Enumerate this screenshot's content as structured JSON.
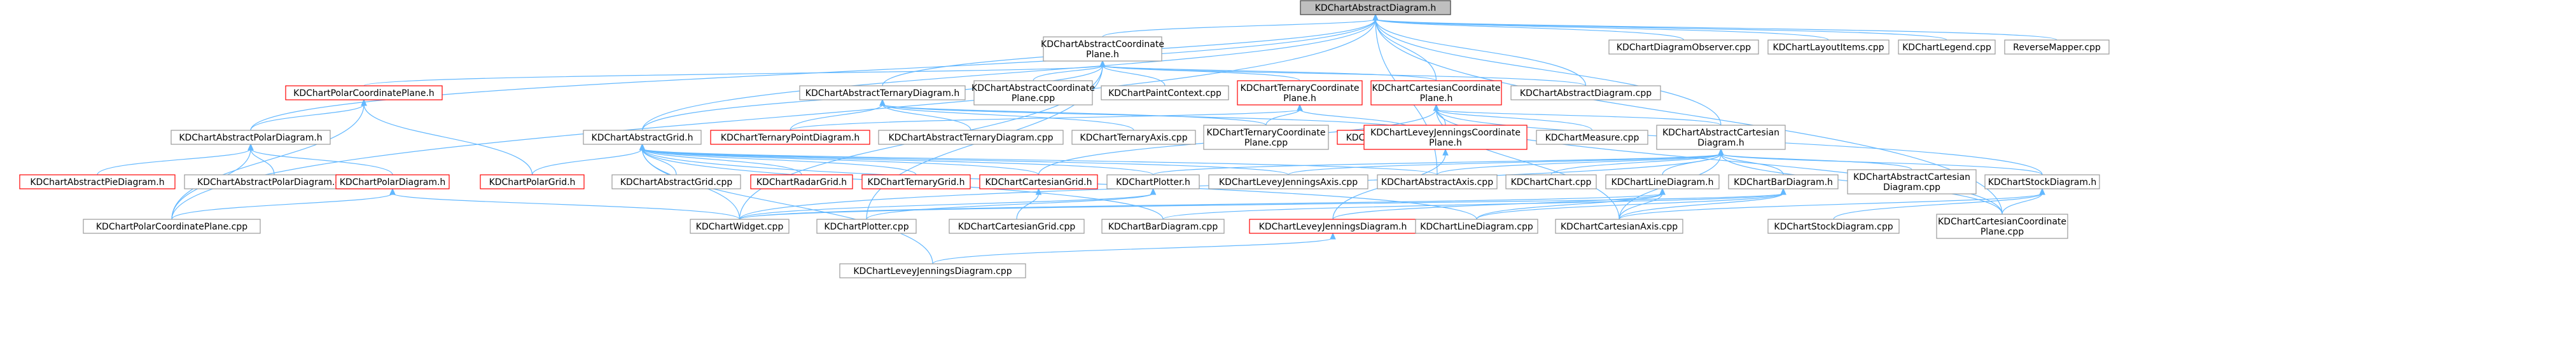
{
  "colors": {
    "edge": "#63b8ff",
    "node_border": "#999999",
    "node_border_incomplete": "#ff0000",
    "root_fill": "#bfbfbf"
  },
  "nodes": [
    {
      "id": "root",
      "lines": [
        "KDChartAbstractDiagram.h"
      ],
      "kind": "root"
    },
    {
      "id": "acp_h",
      "lines": [
        "KDChartAbstractCoordinate",
        "Plane.h"
      ],
      "kind": "normal"
    },
    {
      "id": "diag_obs",
      "lines": [
        "KDChartDiagramObserver.cpp"
      ],
      "kind": "normal"
    },
    {
      "id": "layout_items",
      "lines": [
        "KDChartLayoutItems.cpp"
      ],
      "kind": "normal"
    },
    {
      "id": "legend",
      "lines": [
        "KDChartLegend.cpp"
      ],
      "kind": "normal"
    },
    {
      "id": "reverse_mapper",
      "lines": [
        "ReverseMapper.cpp"
      ],
      "kind": "normal"
    },
    {
      "id": "polar_cp_h",
      "lines": [
        "KDChartPolarCoordinatePlane.h"
      ],
      "kind": "red"
    },
    {
      "id": "abs_ternary_h",
      "lines": [
        "KDChartAbstractTernaryDiagram.h"
      ],
      "kind": "normal"
    },
    {
      "id": "acp_cpp",
      "lines": [
        "KDChartAbstractCoordinate",
        "Plane.cpp"
      ],
      "kind": "normal"
    },
    {
      "id": "paint_ctx",
      "lines": [
        "KDChartPaintContext.cpp"
      ],
      "kind": "normal"
    },
    {
      "id": "ternary_cp_h",
      "lines": [
        "KDChartTernaryCoordinate",
        "Plane.h"
      ],
      "kind": "red"
    },
    {
      "id": "cart_cp_h",
      "lines": [
        "KDChartCartesianCoordinate",
        "Plane.h"
      ],
      "kind": "red"
    },
    {
      "id": "abs_diag_cpp",
      "lines": [
        "KDChartAbstractDiagram.cpp"
      ],
      "kind": "normal"
    },
    {
      "id": "abs_polar_h",
      "lines": [
        "KDChartAbstractPolarDiagram.h"
      ],
      "kind": "normal"
    },
    {
      "id": "abs_grid_h",
      "lines": [
        "KDChartAbstractGrid.h"
      ],
      "kind": "normal"
    },
    {
      "id": "ternary_point_h",
      "lines": [
        "KDChartTernaryPointDiagram.h"
      ],
      "kind": "red"
    },
    {
      "id": "abs_ternary_cpp",
      "lines": [
        "KDChartAbstractTernaryDiagram.cpp"
      ],
      "kind": "normal"
    },
    {
      "id": "ternary_axis",
      "lines": [
        "KDChartTernaryAxis.cpp"
      ],
      "kind": "normal"
    },
    {
      "id": "ternary_cp_cpp",
      "lines": [
        "KDChartTernaryCoordinate",
        "Plane.cpp"
      ],
      "kind": "normal"
    },
    {
      "id": "ternary_line_h",
      "lines": [
        "KDChartTernaryLineDiagram.h"
      ],
      "kind": "red"
    },
    {
      "id": "lj_cp_h",
      "lines": [
        "KDChartLeveyJenningsCoordinate",
        "Plane.h"
      ],
      "kind": "red"
    },
    {
      "id": "measure",
      "lines": [
        "KDChartMeasure.cpp"
      ],
      "kind": "normal"
    },
    {
      "id": "abs_cart_h",
      "lines": [
        "KDChartAbstractCartesian",
        "Diagram.h"
      ],
      "kind": "normal"
    },
    {
      "id": "abs_pie_h",
      "lines": [
        "KDChartAbstractPieDiagram.h"
      ],
      "kind": "red"
    },
    {
      "id": "abs_polar_cpp",
      "lines": [
        "KDChartAbstractPolarDiagram.cpp"
      ],
      "kind": "normal"
    },
    {
      "id": "polar_diag_h",
      "lines": [
        "KDChartPolarDiagram.h"
      ],
      "kind": "red"
    },
    {
      "id": "polar_grid_h",
      "lines": [
        "KDChartPolarGrid.h"
      ],
      "kind": "red"
    },
    {
      "id": "abs_grid_cpp",
      "lines": [
        "KDChartAbstractGrid.cpp"
      ],
      "kind": "normal"
    },
    {
      "id": "radar_grid_h",
      "lines": [
        "KDChartRadarGrid.h"
      ],
      "kind": "red"
    },
    {
      "id": "ternary_grid_h",
      "lines": [
        "KDChartTernaryGrid.h"
      ],
      "kind": "red"
    },
    {
      "id": "cart_grid_h",
      "lines": [
        "KDChartCartesianGrid.h"
      ],
      "kind": "red"
    },
    {
      "id": "plotter_h",
      "lines": [
        "KDChartPlotter.h"
      ],
      "kind": "normal"
    },
    {
      "id": "lj_axis",
      "lines": [
        "KDChartLeveyJenningsAxis.cpp"
      ],
      "kind": "normal"
    },
    {
      "id": "abs_axis",
      "lines": [
        "KDChartAbstractAxis.cpp"
      ],
      "kind": "normal"
    },
    {
      "id": "chart_cpp",
      "lines": [
        "KDChartChart.cpp"
      ],
      "kind": "normal"
    },
    {
      "id": "line_diag_h",
      "lines": [
        "KDChartLineDiagram.h"
      ],
      "kind": "normal"
    },
    {
      "id": "bar_diag_h",
      "lines": [
        "KDChartBarDiagram.h"
      ],
      "kind": "normal"
    },
    {
      "id": "abs_cart_cpp",
      "lines": [
        "KDChartAbstractCartesian",
        "Diagram.cpp"
      ],
      "kind": "normal"
    },
    {
      "id": "stock_h",
      "lines": [
        "KDChartStockDiagram.h"
      ],
      "kind": "normal"
    },
    {
      "id": "polar_cp_cpp",
      "lines": [
        "KDChartPolarCoordinatePlane.cpp"
      ],
      "kind": "normal"
    },
    {
      "id": "widget",
      "lines": [
        "KDChartWidget.cpp"
      ],
      "kind": "normal"
    },
    {
      "id": "plotter_cpp",
      "lines": [
        "KDChartPlotter.cpp"
      ],
      "kind": "normal"
    },
    {
      "id": "cart_grid_cpp",
      "lines": [
        "KDChartCartesianGrid.cpp"
      ],
      "kind": "normal"
    },
    {
      "id": "bar_diag_cpp",
      "lines": [
        "KDChartBarDiagram.cpp"
      ],
      "kind": "normal"
    },
    {
      "id": "lj_diag_h",
      "lines": [
        "KDChartLeveyJenningsDiagram.h"
      ],
      "kind": "red"
    },
    {
      "id": "line_diag_cpp",
      "lines": [
        "KDChartLineDiagram.cpp"
      ],
      "kind": "normal"
    },
    {
      "id": "cart_axis",
      "lines": [
        "KDChartCartesianAxis.cpp"
      ],
      "kind": "normal"
    },
    {
      "id": "stock_cpp",
      "lines": [
        "KDChartStockDiagram.cpp"
      ],
      "kind": "normal"
    },
    {
      "id": "cart_cp_cpp",
      "lines": [
        "KDChartCartesianCoordinate",
        "Plane.cpp"
      ],
      "kind": "normal"
    },
    {
      "id": "lj_diag_cpp",
      "lines": [
        "KDChartLeveyJenningsDiagram.cpp"
      ],
      "kind": "normal"
    }
  ],
  "edges": [
    [
      "root",
      "acp_h"
    ],
    [
      "root",
      "diag_obs"
    ],
    [
      "root",
      "layout_items"
    ],
    [
      "root",
      "legend"
    ],
    [
      "root",
      "reverse_mapper"
    ],
    [
      "root",
      "abs_ternary_h"
    ],
    [
      "root",
      "abs_diag_cpp"
    ],
    [
      "root",
      "abs_polar_h"
    ],
    [
      "root",
      "abs_grid_h"
    ],
    [
      "root",
      "abs_cart_h"
    ],
    [
      "root",
      "abs_axis"
    ],
    [
      "root",
      "polar_cp_cpp"
    ],
    [
      "root",
      "cart_cp_cpp"
    ],
    [
      "root",
      "cart_cp_h"
    ],
    [
      "acp_h",
      "polar_cp_h"
    ],
    [
      "acp_h",
      "acp_cpp"
    ],
    [
      "acp_h",
      "paint_ctx"
    ],
    [
      "acp_h",
      "ternary_cp_h"
    ],
    [
      "acp_h",
      "cart_cp_h"
    ],
    [
      "acp_h",
      "abs_diag_cpp"
    ],
    [
      "acp_h",
      "abs_grid_h"
    ],
    [
      "acp_h",
      "widget"
    ],
    [
      "acp_h",
      "plotter_cpp"
    ],
    [
      "polar_cp_h",
      "abs_polar_h"
    ],
    [
      "polar_cp_h",
      "polar_grid_h"
    ],
    [
      "polar_cp_h",
      "polar_cp_cpp"
    ],
    [
      "abs_ternary_h",
      "ternary_point_h"
    ],
    [
      "abs_ternary_h",
      "abs_ternary_cpp"
    ],
    [
      "abs_ternary_h",
      "ternary_axis"
    ],
    [
      "abs_ternary_h",
      "ternary_cp_cpp"
    ],
    [
      "abs_ternary_h",
      "ternary_line_h"
    ],
    [
      "ternary_cp_h",
      "ternary_point_h"
    ],
    [
      "ternary_cp_h",
      "ternary_cp_cpp"
    ],
    [
      "ternary_cp_h",
      "ternary_line_h"
    ],
    [
      "cart_cp_h",
      "lj_cp_h"
    ],
    [
      "cart_cp_h",
      "measure"
    ],
    [
      "cart_cp_h",
      "abs_cart_h"
    ],
    [
      "cart_cp_h",
      "cart_grid_h"
    ],
    [
      "cart_cp_h",
      "stock_h"
    ],
    [
      "cart_cp_h",
      "cart_cp_cpp"
    ],
    [
      "cart_cp_h",
      "cart_axis"
    ],
    [
      "lj_cp_h",
      "lj_diag_h"
    ],
    [
      "abs_polar_h",
      "abs_pie_h"
    ],
    [
      "abs_polar_h",
      "abs_polar_cpp"
    ],
    [
      "abs_polar_h",
      "polar_diag_h"
    ],
    [
      "abs_polar_h",
      "polar_cp_cpp"
    ],
    [
      "polar_diag_h",
      "polar_cp_cpp"
    ],
    [
      "polar_diag_h",
      "widget"
    ],
    [
      "abs_grid_h",
      "polar_grid_h"
    ],
    [
      "abs_grid_h",
      "abs_grid_cpp"
    ],
    [
      "abs_grid_h",
      "radar_grid_h"
    ],
    [
      "abs_grid_h",
      "ternary_grid_h"
    ],
    [
      "abs_grid_h",
      "cart_grid_h"
    ],
    [
      "abs_grid_h",
      "plotter_h"
    ],
    [
      "abs_grid_h",
      "lj_axis"
    ],
    [
      "abs_grid_h",
      "abs_axis"
    ],
    [
      "abs_grid_h",
      "widget"
    ],
    [
      "abs_grid_h",
      "bar_diag_cpp"
    ],
    [
      "abs_grid_h",
      "line_diag_cpp"
    ],
    [
      "abs_grid_h",
      "lj_diag_cpp"
    ],
    [
      "abs_cart_h",
      "lj_axis"
    ],
    [
      "abs_cart_h",
      "abs_axis"
    ],
    [
      "abs_cart_h",
      "chart_cpp"
    ],
    [
      "abs_cart_h",
      "line_diag_h"
    ],
    [
      "abs_cart_h",
      "bar_diag_h"
    ],
    [
      "abs_cart_h",
      "abs_cart_cpp"
    ],
    [
      "abs_cart_h",
      "stock_h"
    ],
    [
      "abs_cart_h",
      "plotter_h"
    ],
    [
      "abs_cart_h",
      "cart_axis"
    ],
    [
      "abs_cart_h",
      "cart_cp_cpp"
    ],
    [
      "abs_cart_h",
      "widget"
    ],
    [
      "cart_grid_h",
      "cart_grid_cpp"
    ],
    [
      "plotter_h",
      "plotter_cpp"
    ],
    [
      "plotter_h",
      "widget"
    ],
    [
      "line_diag_h",
      "line_diag_cpp"
    ],
    [
      "line_diag_h",
      "cart_axis"
    ],
    [
      "line_diag_h",
      "lj_diag_h"
    ],
    [
      "line_diag_h",
      "widget"
    ],
    [
      "bar_diag_h",
      "bar_diag_cpp"
    ],
    [
      "bar_diag_h",
      "cart_axis"
    ],
    [
      "bar_diag_h",
      "widget"
    ],
    [
      "bar_diag_h",
      "line_diag_cpp"
    ],
    [
      "stock_h",
      "stock_cpp"
    ],
    [
      "stock_h",
      "cart_axis"
    ],
    [
      "stock_h",
      "cart_cp_cpp"
    ],
    [
      "lj_diag_h",
      "lj_diag_cpp"
    ]
  ]
}
